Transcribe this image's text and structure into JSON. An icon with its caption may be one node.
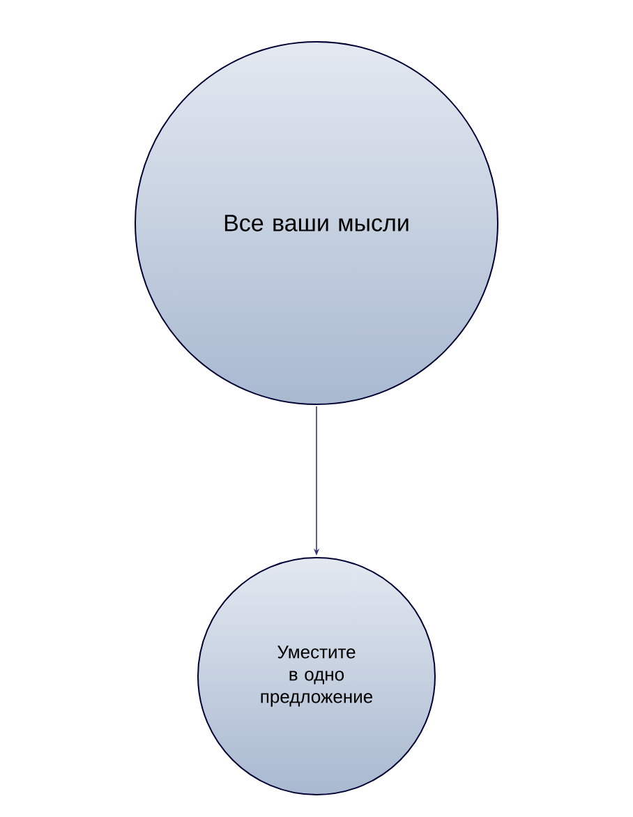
{
  "diagram": {
    "nodes": [
      {
        "text": [
          "Все ваши мысли"
        ]
      },
      {
        "text": [
          "Уместите в одно предложение"
        ]
      }
    ],
    "edges": [
      {
        "from": 0,
        "to": 1,
        "arrow": "to"
      }
    ]
  }
}
